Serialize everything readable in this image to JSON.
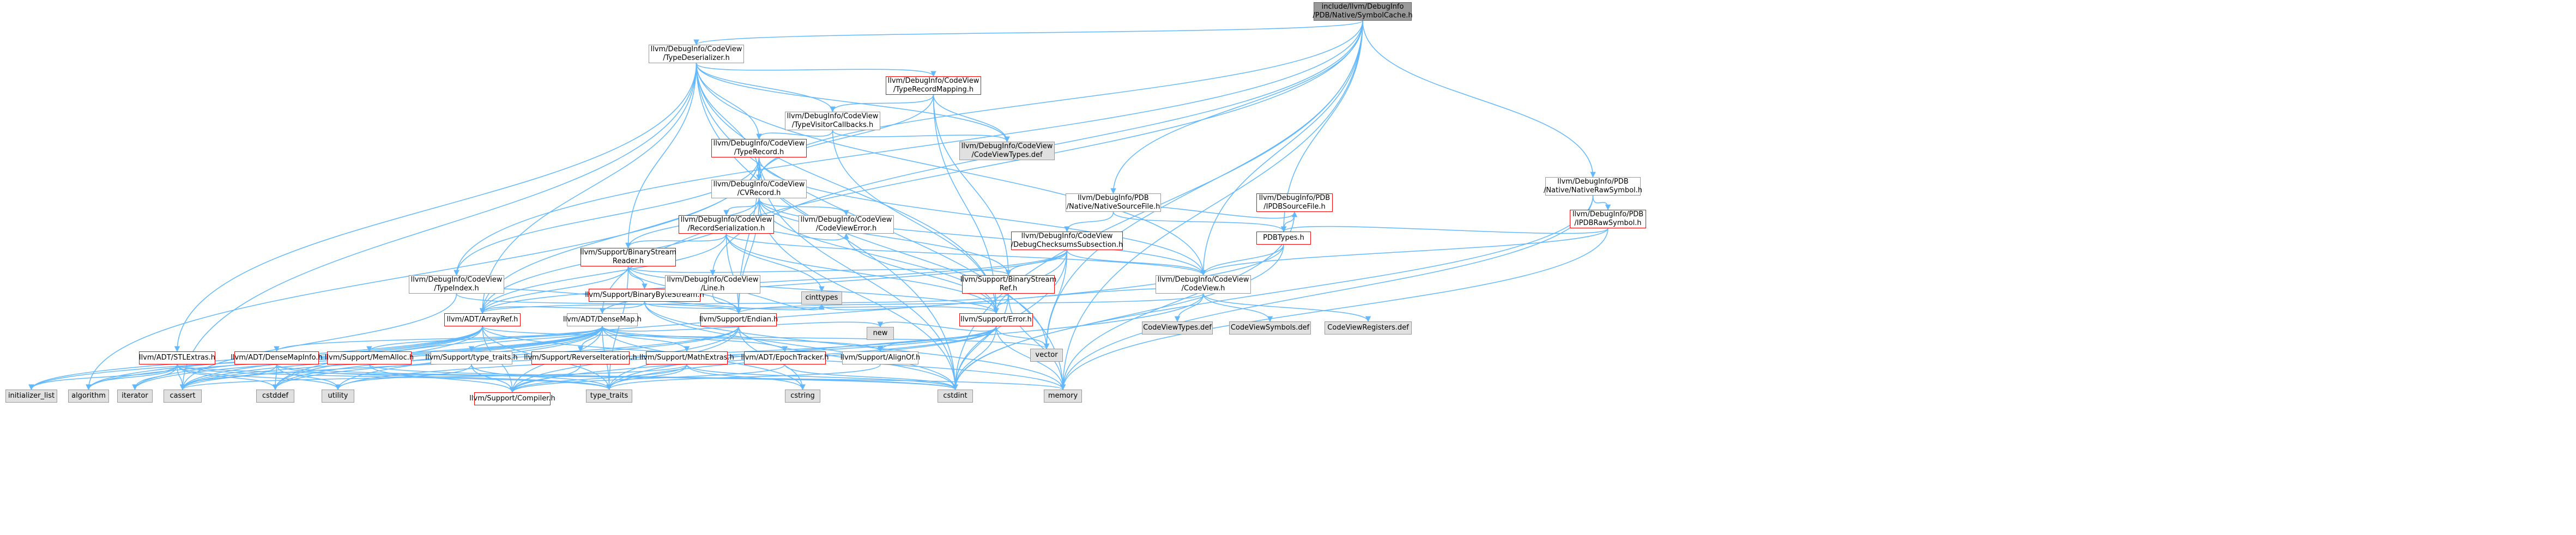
{
  "graph": {
    "root_file": "include/llvm/DebugInfo/PDB/Native/SymbolCache.h",
    "nodes": {
      "root": "include/llvm/DebugInfo\n/PDB/Native/SymbolCache.h",
      "typedeserializer": "llvm/DebugInfo/CodeView\n/TypeDeserializer.h",
      "typerecordmapping": "llvm/DebugInfo/CodeView\n/TypeRecordMapping.h",
      "typevisitorcallbacks": "llvm/DebugInfo/CodeView\n/TypeVisitorCallbacks.h",
      "codeviewtypesdef_top": "llvm/DebugInfo/CodeView\n/CodeViewTypes.def",
      "typerecord": "llvm/DebugInfo/CodeView\n/TypeRecord.h",
      "cvrecord": "llvm/DebugInfo/CodeView\n/CVRecord.h",
      "recordserialization": "llvm/DebugInfo/CodeView\n/RecordSerialization.h",
      "codeviewerror": "llvm/DebugInfo/CodeView\n/CodeViewError.h",
      "binarystreamreader": "llvm/Support/BinaryStream\nReader.h",
      "binarybytestream": "llvm/Support/BinaryByteStream.h",
      "binarystreamref": "llvm/Support/BinaryStream\nRef.h",
      "debugchecksums": "llvm/DebugInfo/CodeView\n/DebugChecksumsSubsection.h",
      "codeview": "llvm/DebugInfo/CodeView\n/CodeView.h",
      "codeviewtypesdef": "CodeViewTypes.def",
      "codeviewsymbolsdef": "CodeViewSymbols.def",
      "codeviewregistersdef": "CodeViewRegisters.def",
      "typeindex": "llvm/DebugInfo/CodeView\n/TypeIndex.h",
      "line": "llvm/DebugInfo/CodeView\n/Line.h",
      "nativesourcefile": "llvm/DebugInfo/PDB\n/Native/NativeSourceFile.h",
      "ipdbsourcefile": "llvm/DebugInfo/PDB\n/IPDBSourceFile.h",
      "pdbtypes": "PDBTypes.h",
      "nativerawsymbol": "llvm/DebugInfo/PDB\n/Native/NativeRawSymbol.h",
      "ipdbrawsymbol": "llvm/DebugInfo/PDB\n/IPDBRawSymbol.h",
      "arrayref": "llvm/ADT/ArrayRef.h",
      "densemap": "llvm/ADT/DenseMap.h",
      "endian": "llvm/Support/Endian.h",
      "error": "llvm/Support/Error.h",
      "stlextras": "llvm/ADT/STLExtras.h",
      "densemapinfo": "llvm/ADT/DenseMapInfo.h",
      "memalloc": "llvm/Support/MemAlloc.h",
      "typetraits_h": "llvm/Support/type_traits.h",
      "reverseiteration": "llvm/Support/ReverseIteration.h",
      "mathextras": "llvm/Support/MathExtras.h",
      "epochtracker": "llvm/ADT/EpochTracker.h",
      "alignof": "llvm/Support/AlignOf.h",
      "compiler": "llvm/Support/Compiler.h",
      "initializer_list": "initializer_list",
      "algorithm": "algorithm",
      "iterator": "iterator",
      "cassert": "cassert",
      "cstddef": "cstddef",
      "utility": "utility",
      "type_traits": "type_traits",
      "cstring": "cstring",
      "cstdint": "cstdint",
      "memory": "memory",
      "vector": "vector",
      "new": "new",
      "cinttypes": "cinttypes"
    }
  }
}
